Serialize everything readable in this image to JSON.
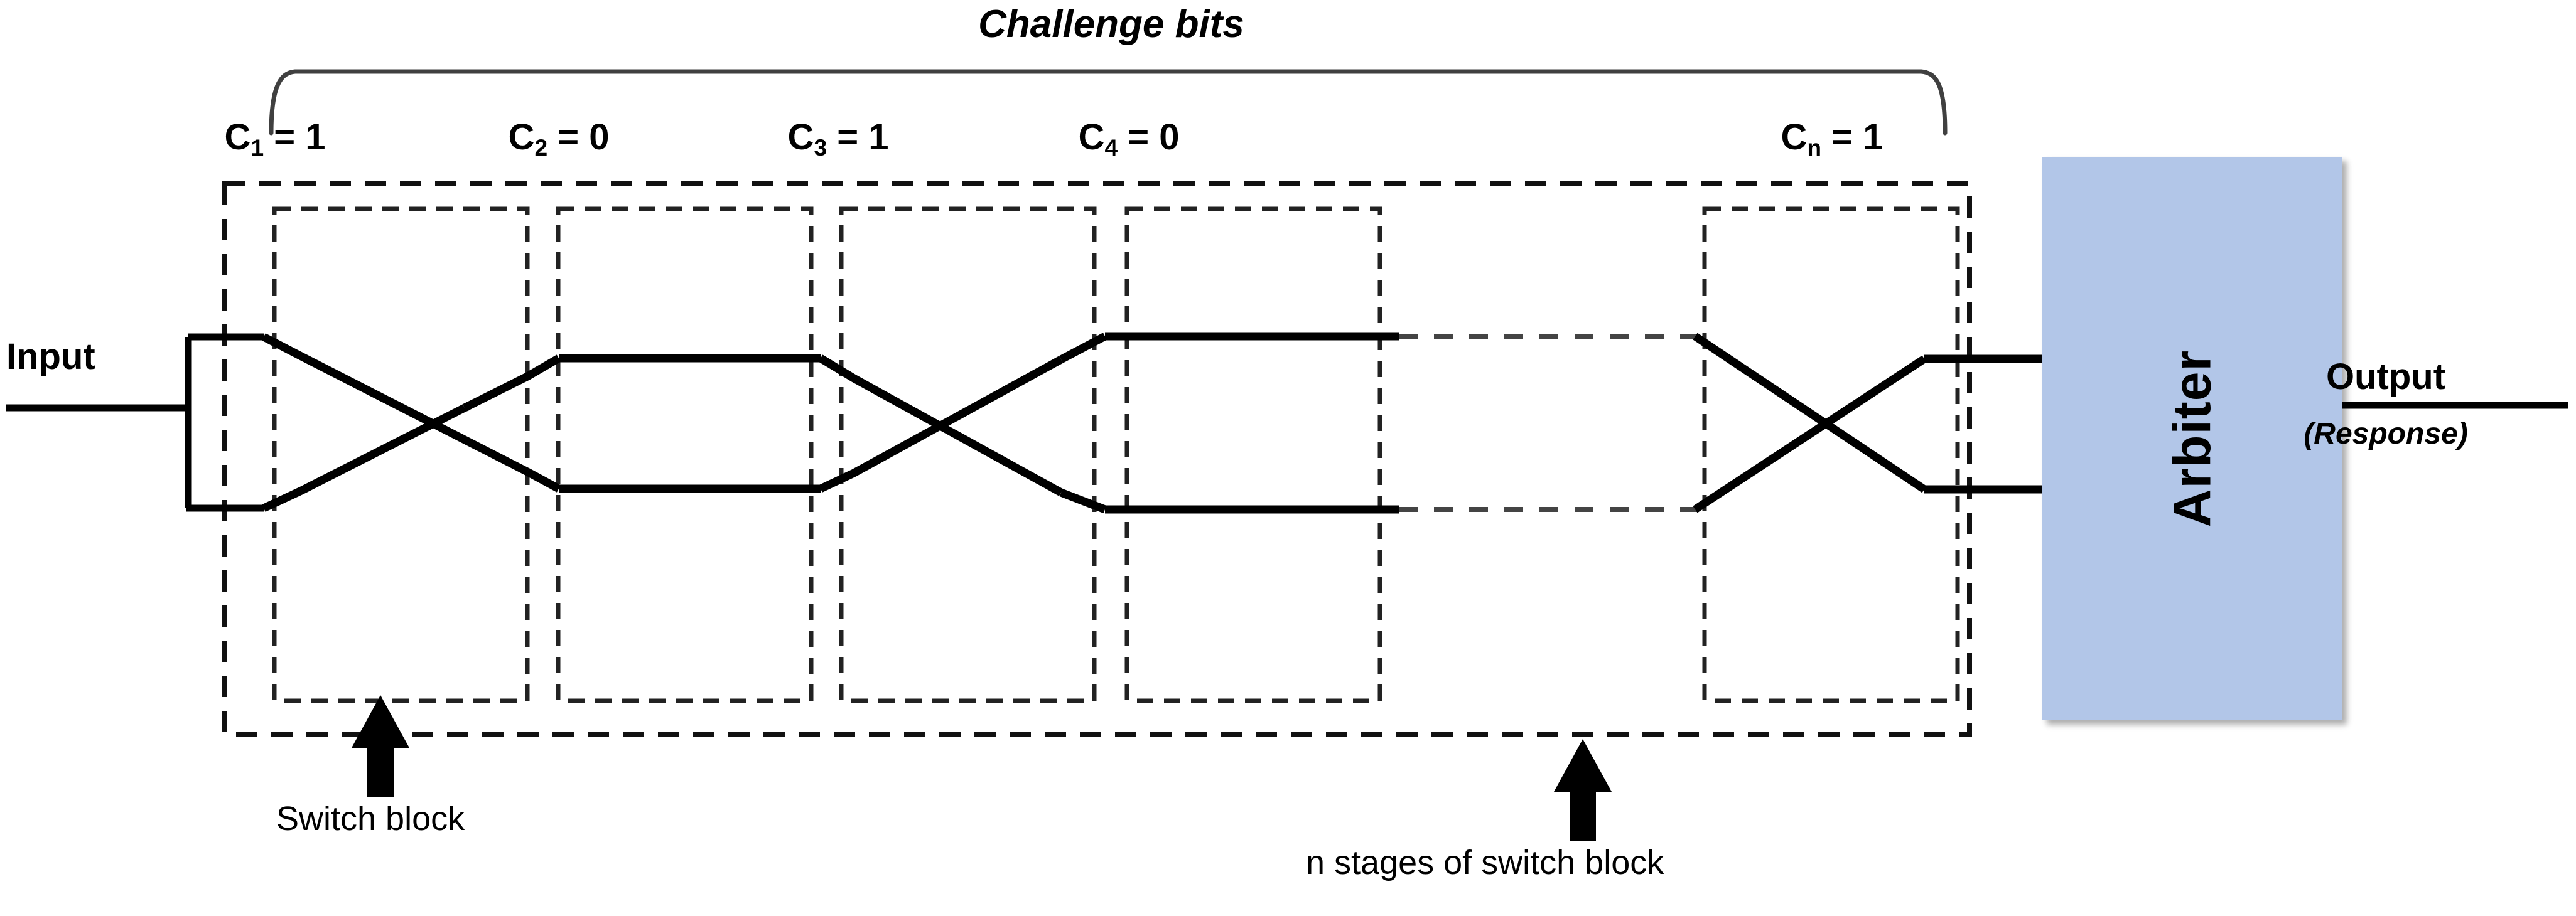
{
  "diagram": {
    "title": "Challenge bits",
    "input_label": "Input",
    "output_label": "Output",
    "response_label": "(Response)",
    "arbiter_label": "Arbiter",
    "switch_block_note": "Switch block",
    "n_stages_note": "n stages of switch block",
    "colors": {
      "arbiter_fill": "#b2c6e8",
      "wire": "#000000",
      "dashed_border": "#1a1a1a",
      "brace": "#404040"
    }
  },
  "challenge_bits": [
    {
      "index": "1",
      "name": "C",
      "sub": "1",
      "eq": "= 1",
      "value": 1,
      "mode": "cross",
      "full": "C1 = 1"
    },
    {
      "index": "2",
      "name": "C",
      "sub": "2",
      "eq": "= 0",
      "value": 0,
      "mode": "straight",
      "full": "C2 = 0"
    },
    {
      "index": "3",
      "name": "C",
      "sub": "3",
      "eq": "= 1",
      "value": 1,
      "mode": "cross",
      "full": "C3 = 1"
    },
    {
      "index": "4",
      "name": "C",
      "sub": "4",
      "eq": "= 0",
      "value": 0,
      "mode": "straight",
      "full": "C4 = 0"
    },
    {
      "index": "n",
      "name": "C",
      "sub": "n",
      "eq": "= 1",
      "value": 1,
      "mode": "cross",
      "full": "Cn = 1"
    }
  ]
}
